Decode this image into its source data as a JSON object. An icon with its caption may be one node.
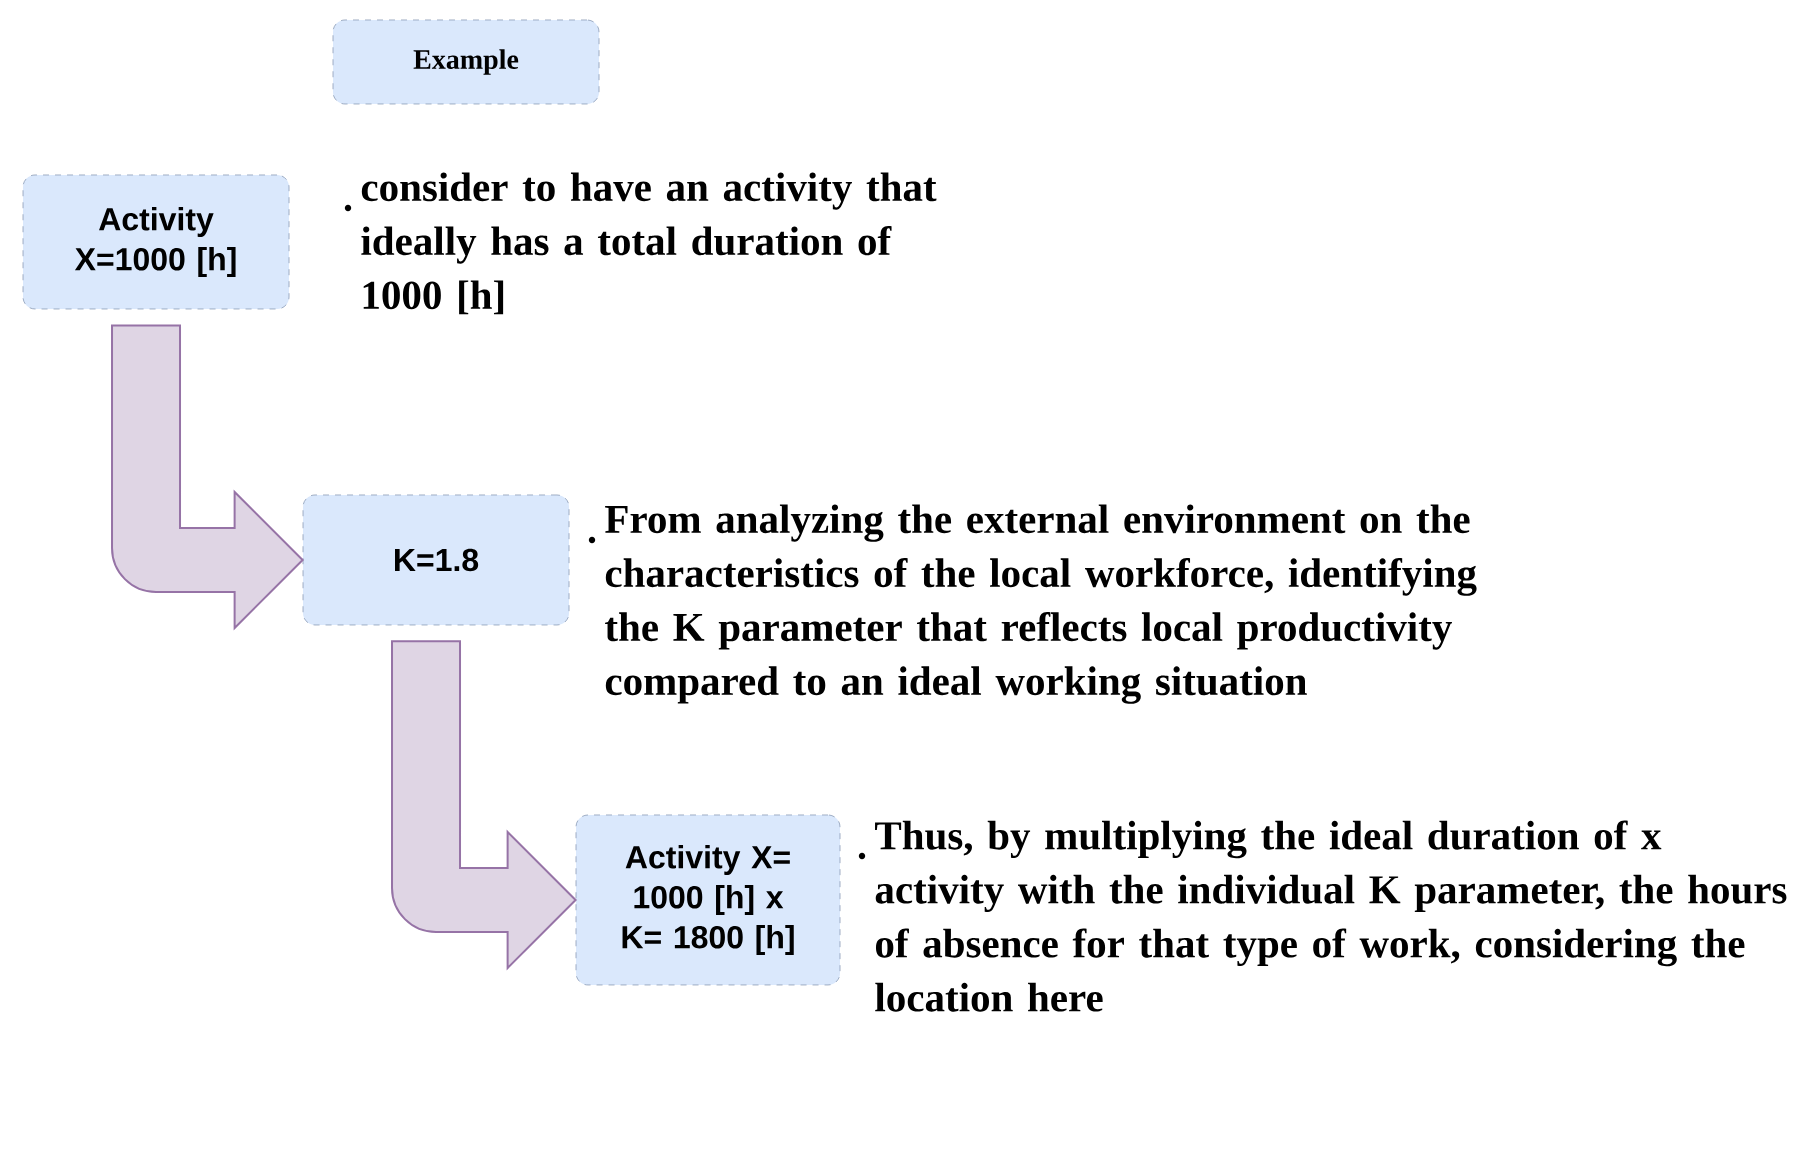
{
  "diagram": {
    "nodes": [
      {
        "text": [
          "Example"
        ]
      },
      {
        "text": [
          "Activity X=1000 [h]"
        ],
        "beside": [
          "consider to have an activity that ideally has a total duration of 1000 [h]"
        ]
      },
      {
        "text": [
          "K=1.8"
        ],
        "beside": [
          "From analyzing the external environment on the characteristics of the local workforce, identifying the K parameter that reflects local productivity compared to an ideal working situation"
        ]
      },
      {
        "text": [
          "Activity X= 1000 [h] x K= 1800 [h]"
        ],
        "beside": [
          "Thus, by multiplying the ideal duration of x activity with the individual K parameter, the hours of absence for that type of work, considering the location here"
        ]
      }
    ],
    "edges": [
      {
        "from": 1,
        "to": 2,
        "arrow": "to",
        "style": "thick",
        "color": "#9673a6"
      },
      {
        "from": 2,
        "to": 3,
        "arrow": "to",
        "style": "thick",
        "color": "#9673a6"
      }
    ]
  }
}
